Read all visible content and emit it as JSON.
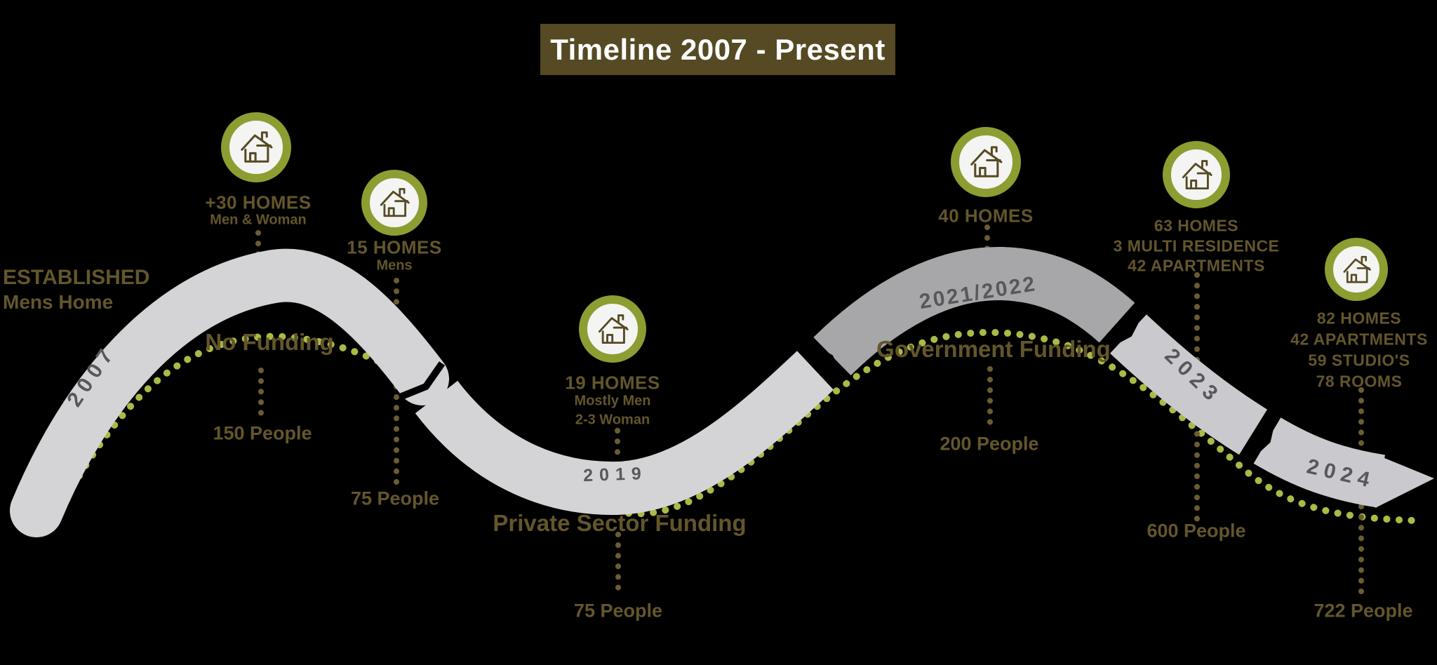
{
  "title": "Timeline 2007 - Present",
  "established": {
    "title": "ESTABLISHED",
    "subtitle": "Mens Home"
  },
  "years": {
    "y2007": "2007",
    "y2019": "2019",
    "y2021": "2021/2022",
    "y2023": "2023",
    "y2024": "2024"
  },
  "milestones": [
    {
      "homes": "+30 HOMES",
      "details": [
        "Men & Woman"
      ]
    },
    {
      "homes": "15 HOMES",
      "details": [
        "Mens"
      ],
      "people": "75 People"
    },
    {
      "homes": "19 HOMES",
      "details": [
        "Mostly Men",
        "2-3 Woman"
      ]
    },
    {
      "homes": "40 HOMES",
      "details": []
    },
    {
      "homes": "63 HOMES",
      "details": [
        "3 MULTI RESIDENCE",
        "42 APARTMENTS"
      ],
      "people": "600 People"
    },
    {
      "homes": "82 HOMES",
      "details": [
        "42 APARTMENTS",
        "59 STUDIO'S",
        "78 ROOMS"
      ],
      "people": "722 People"
    }
  ],
  "funding": [
    {
      "label": "No Funding",
      "people": "150 People"
    },
    {
      "label": "Private Sector Funding",
      "people": "75 People"
    },
    {
      "label": "Government Funding",
      "people": "200 People"
    }
  ],
  "icons": {
    "house": "house-icon"
  },
  "colors": {
    "background": "#000000",
    "banner": "#564a24",
    "olive_text": "#63562c",
    "ring_green": "#8d9d32",
    "dot_green": "#abba45",
    "dot_brown": "#6b5c33",
    "ribbon_light": "#d4d4d6",
    "ribbon_mid": "#cacace",
    "ribbon_dark": "#a7a7aa",
    "year_text": "#58585b",
    "circle_fill": "#f4f4f2"
  }
}
